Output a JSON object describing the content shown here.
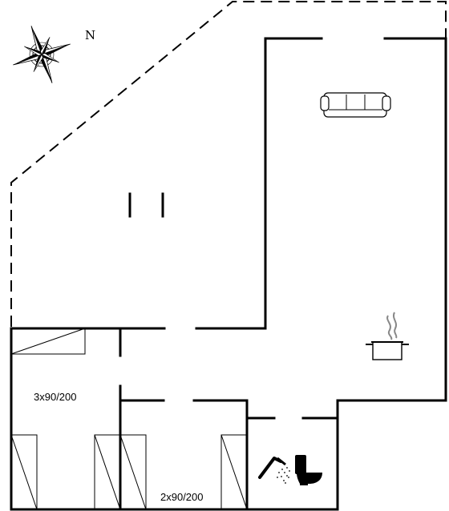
{
  "compass": {
    "label": "N",
    "icon": "compass-rose-icon"
  },
  "rooms": {
    "bedroom_left_beds": "3x90/200",
    "bedroom_right_beds": "2x90/200"
  },
  "icons": {
    "sofa": "sofa-icon",
    "stove": "cooking-pot-icon",
    "shower": "shower-icon",
    "toilet": "toilet-icon"
  }
}
